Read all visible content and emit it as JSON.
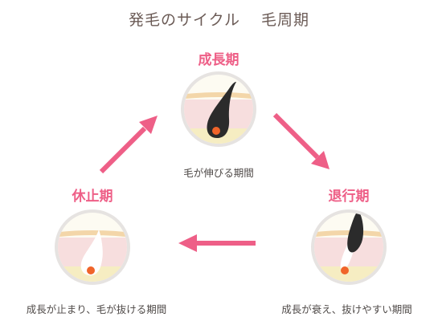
{
  "title": {
    "main": "発毛のサイクル",
    "sub": "毛周期"
  },
  "phases": {
    "anagen": {
      "label": "成長期",
      "caption": "毛が伸びる期間"
    },
    "catagen": {
      "label": "退行期",
      "caption": "成長が衰え、抜けやすい期間"
    },
    "telogen": {
      "label": "休止期",
      "caption": "成長が止まり、毛が抜ける期間"
    }
  },
  "colors": {
    "accent": "#ee5f87",
    "title": "#6b5b56",
    "hair": "#2b2b2b",
    "papilla": "#f0642a",
    "skin": "#f7dede",
    "ring": "#e6e3e1"
  }
}
